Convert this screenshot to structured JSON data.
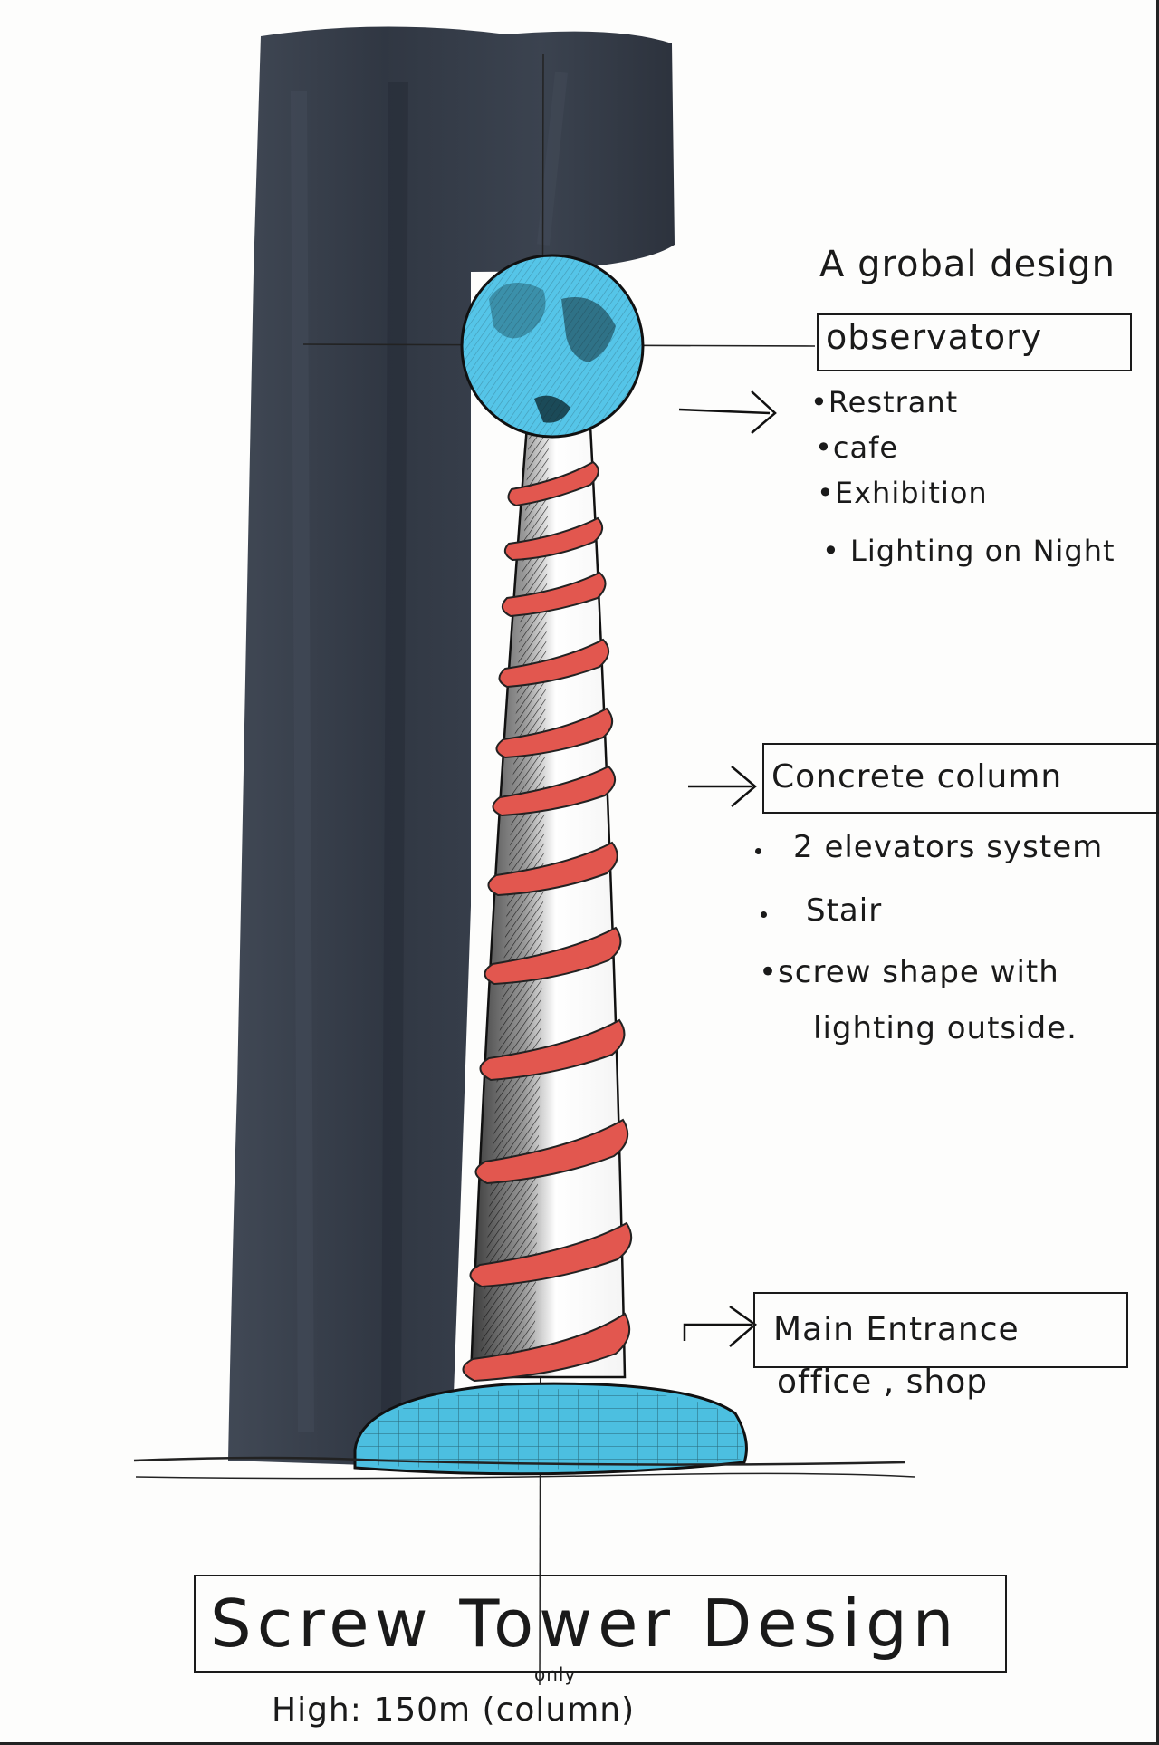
{
  "sketch": {
    "heading": "A grobal design",
    "observatory": {
      "title": "observatory",
      "items": [
        "•Restrant",
        "•cafe",
        "•Exhibition",
        "• Lighting on Night"
      ]
    },
    "column": {
      "title": "Concrete column",
      "items": [
        "2 elevators system",
        "Stair",
        "•screw shape with",
        "lighting outside."
      ]
    },
    "entrance": {
      "title": "Main Entrance",
      "subtitle": "office , shop"
    },
    "title": "Screw Tower Design",
    "small_note": "only",
    "height_note": "High: 150m (column)"
  },
  "colors": {
    "shadow_wash": "#2c3340",
    "globe": "#55c5e8",
    "base": "#4cbfe0",
    "screw_bands": "#e2574f",
    "ink": "#1a1a1a"
  },
  "icons": [
    "arrow-icon",
    "arrow-icon",
    "arrow-icon",
    "arrow-icon"
  ]
}
